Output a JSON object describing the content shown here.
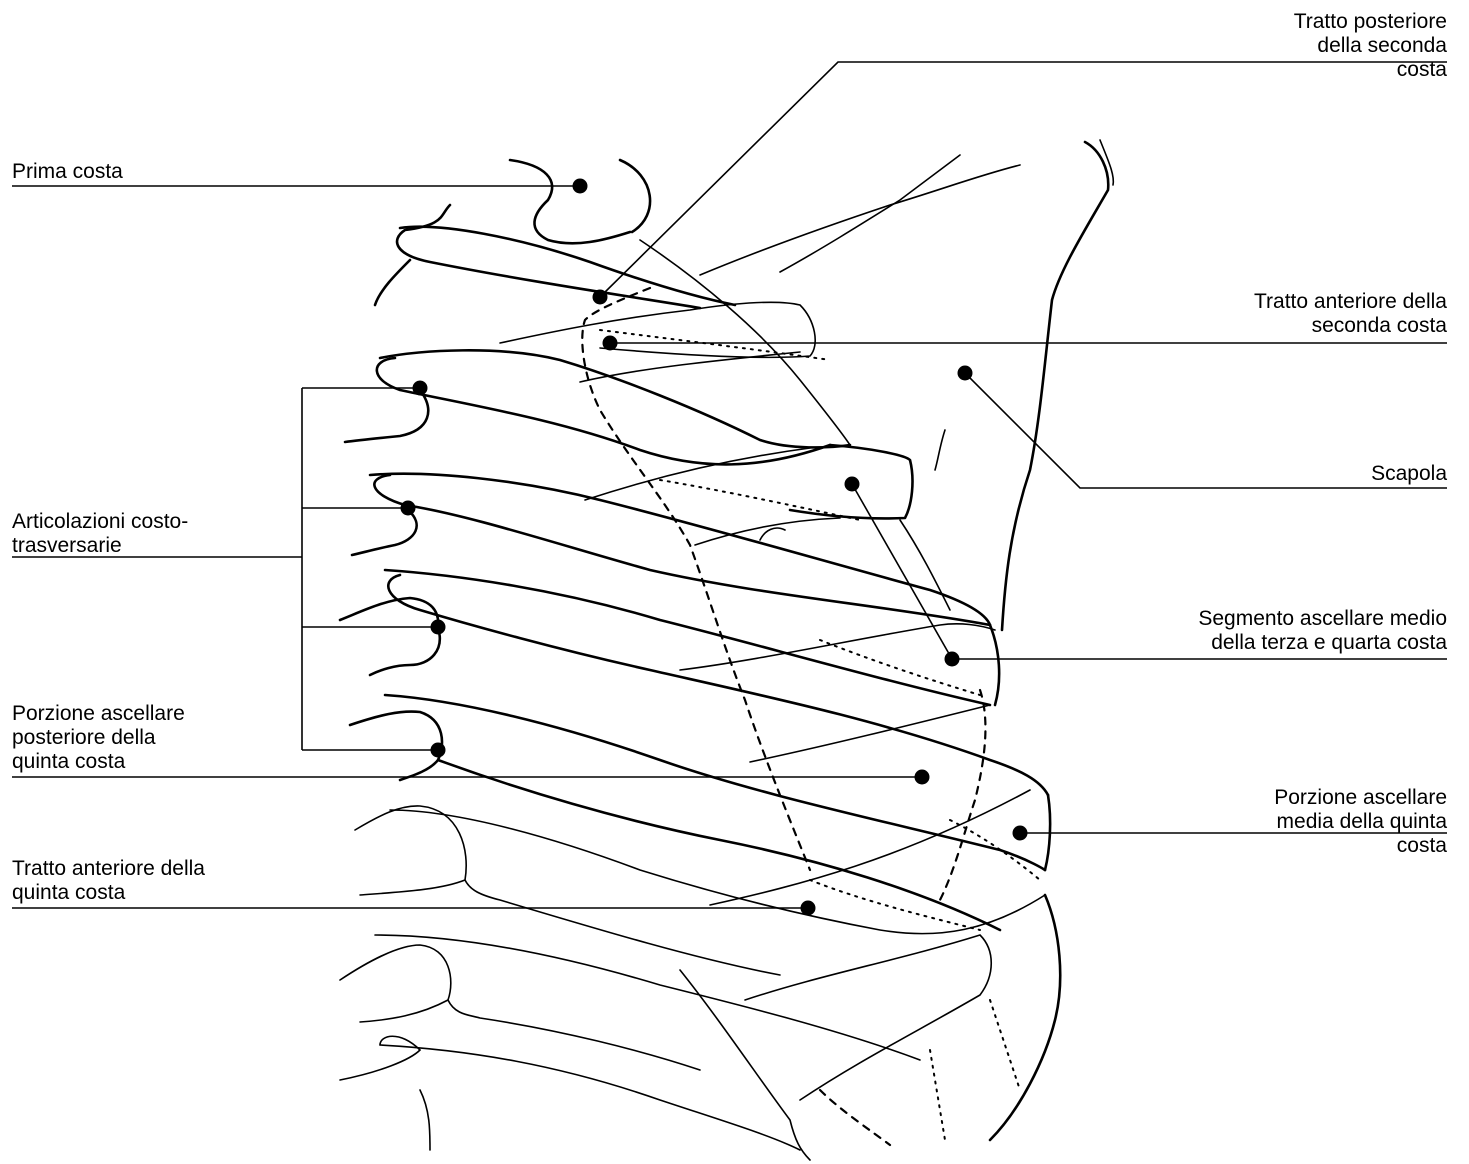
{
  "labels": {
    "tratto_posteriore_seconda": [
      "Tratto posteriore",
      "della seconda",
      "costa"
    ],
    "prima_costa": [
      "Prima costa"
    ],
    "tratto_anteriore_seconda": [
      "Tratto anteriore della",
      "seconda costa"
    ],
    "scapola": [
      "Scapola"
    ],
    "articolazioni": [
      "Articolazioni costo-",
      "trasversarie"
    ],
    "segmento_ascellare": [
      "Segmento ascellare medio",
      "della terza e quarta costa"
    ],
    "porzione_posteriore_quinta": [
      "Porzione ascellare",
      "posteriore della",
      "quinta costa"
    ],
    "porzione_media_quinta": [
      "Porzione ascellare",
      "media della quinta",
      "costa"
    ],
    "tratto_anteriore_quinta": [
      "Tratto anteriore della",
      "quinta costa"
    ]
  }
}
